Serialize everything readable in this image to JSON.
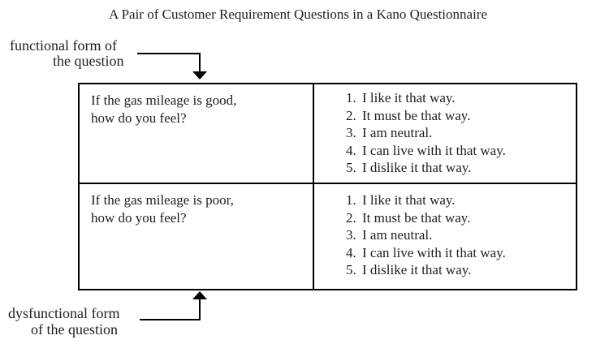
{
  "title": "A Pair of Customer Requirement Questions in a Kano Questionnaire",
  "annotations": {
    "functional": {
      "line1": "functional form of",
      "line2": "the question"
    },
    "dysfunctional": {
      "line1": "dysfunctional form",
      "line2": "of the question"
    }
  },
  "table": {
    "rows": [
      {
        "question_line1": "If the gas mileage is good,",
        "question_line2": "how do you feel?"
      },
      {
        "question_line1": "If the gas mileage is poor,",
        "question_line2": "how do you feel?"
      }
    ],
    "options": [
      {
        "num": "1.",
        "text": "I like it that way."
      },
      {
        "num": "2.",
        "text": "It must be that way."
      },
      {
        "num": "3.",
        "text": "I am neutral."
      },
      {
        "num": "4.",
        "text": "I can live with it that way."
      },
      {
        "num": "5.",
        "text": "I dislike it that way."
      }
    ]
  },
  "colors": {
    "text": "#1e1e1e",
    "line": "#000000",
    "background": "#ffffff"
  }
}
